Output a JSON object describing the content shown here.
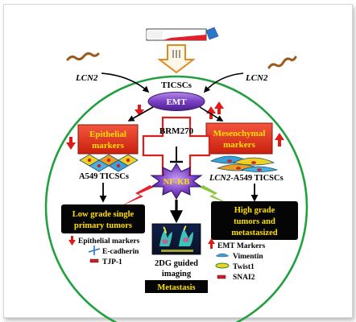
{
  "lcn2_left": "LCN2",
  "lcn2_right": "LCN2",
  "ticscs_top": "TICSCs",
  "emt": "EMT",
  "epithelial_line1": "Epithelial",
  "epithelial_line2": "markers",
  "mesenchymal_line1": "Mesenchymal",
  "mesenchymal_line2": "markers",
  "brm270": "BRM270",
  "a549_ticscs": "A549 TICSCs",
  "lcn2_a549_prefix": "LCN2",
  "lcn2_a549_suffix": "-A549 TICSCs",
  "nfkb": "NF-KB",
  "low_grade_line1": "Low grade single",
  "low_grade_line2": "primary tumors",
  "high_grade_line1": "High grade",
  "high_grade_line2": "tumors   and",
  "high_grade_line3": "metastasized",
  "epithelial_markers_title": "Epithelial markers",
  "e_cadherin": "E-cadherin",
  "tjp1": "TJP-1",
  "imaging_line1": "2DG guided",
  "imaging_line2": "imaging",
  "metastasis": "Metastasis",
  "emt_markers_title": "EMT Markers",
  "vimentin": "Vimentin",
  "twist1": "Twist1",
  "snai2": "SNAI2",
  "colors": {
    "circle": "#22a040",
    "emt_fill": "#7a3fc4",
    "marker_box": "#e8331c",
    "marker_text": "#ffe000",
    "up_arrow": "#e01a1a",
    "nfkb_fill": "#6a2ab8",
    "black_box": "#050505"
  }
}
